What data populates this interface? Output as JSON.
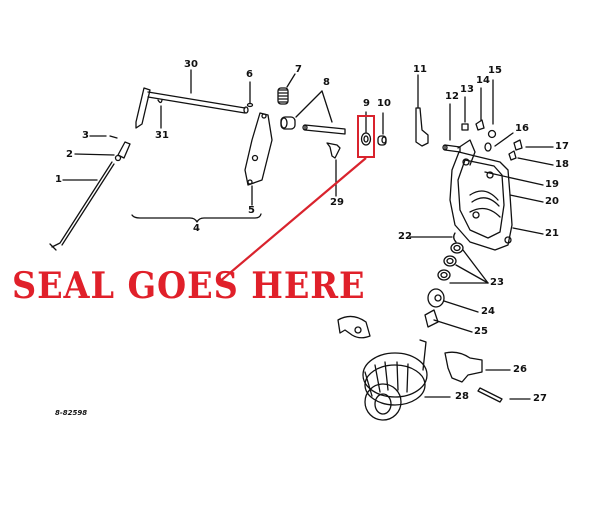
{
  "diagram": {
    "type": "exploded-parts-diagram",
    "annotation": {
      "text": "SEAL GOES HERE",
      "color": "#e0202a",
      "points_to_part": "9"
    },
    "drawing_code": "8-82598",
    "callouts": [
      {
        "id": "c1",
        "label": "1"
      },
      {
        "id": "c2",
        "label": "2"
      },
      {
        "id": "c3",
        "label": "3"
      },
      {
        "id": "c4",
        "label": "4"
      },
      {
        "id": "c5",
        "label": "5"
      },
      {
        "id": "c6",
        "label": "6"
      },
      {
        "id": "c7",
        "label": "7"
      },
      {
        "id": "c8",
        "label": "8"
      },
      {
        "id": "c9",
        "label": "9"
      },
      {
        "id": "c10",
        "label": "10"
      },
      {
        "id": "c11",
        "label": "11"
      },
      {
        "id": "c12",
        "label": "12"
      },
      {
        "id": "c13",
        "label": "13"
      },
      {
        "id": "c14",
        "label": "14"
      },
      {
        "id": "c15",
        "label": "15"
      },
      {
        "id": "c16",
        "label": "16"
      },
      {
        "id": "c17",
        "label": "17"
      },
      {
        "id": "c18",
        "label": "18"
      },
      {
        "id": "c19",
        "label": "19"
      },
      {
        "id": "c20",
        "label": "20"
      },
      {
        "id": "c21",
        "label": "21"
      },
      {
        "id": "c22",
        "label": "22"
      },
      {
        "id": "c23",
        "label": "23"
      },
      {
        "id": "c24",
        "label": "24"
      },
      {
        "id": "c25",
        "label": "25"
      },
      {
        "id": "c26",
        "label": "26"
      },
      {
        "id": "c27",
        "label": "27"
      },
      {
        "id": "c28",
        "label": "28"
      },
      {
        "id": "c29",
        "label": "29"
      },
      {
        "id": "c30",
        "label": "30"
      },
      {
        "id": "c31",
        "label": "31"
      }
    ]
  }
}
